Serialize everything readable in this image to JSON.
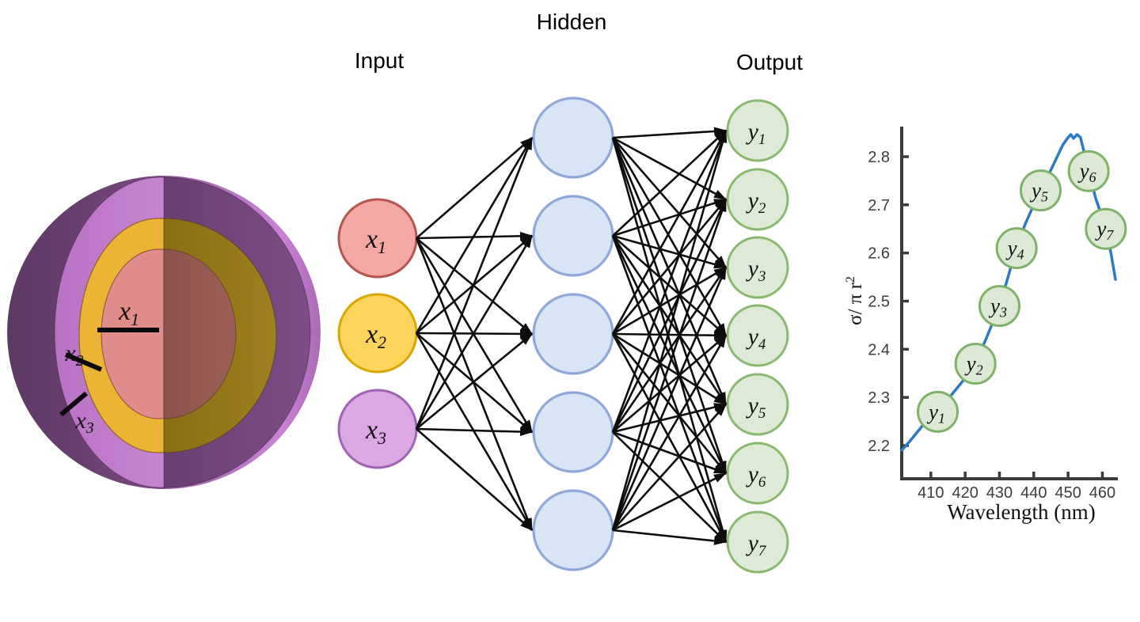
{
  "figure": {
    "background_color": "#ffffff",
    "section_labels": {
      "input": "Input",
      "hidden": "Hidden",
      "output": "Output"
    }
  },
  "sphere": {
    "measurements": [
      {
        "base": "x",
        "sub": "1"
      },
      {
        "base": "x",
        "sub": "2"
      },
      {
        "base": "x",
        "sub": "3"
      }
    ],
    "colors": {
      "core_light": "#DF8C8B",
      "core_dark": "#93564F",
      "shell_light": "#EBB434",
      "shell_dark": "#95771A",
      "cut_face_light": "#C584CF",
      "cut_face_dark": "#6F4478",
      "surface_light": "#C981D5",
      "surface_dark": "#5E3A64"
    }
  },
  "network": {
    "edge_color": "#0d0d0d",
    "input_nodes": [
      {
        "base": "x",
        "sub": "1",
        "fill": "#F3A8A4",
        "stroke": "#B65550"
      },
      {
        "base": "x",
        "sub": "2",
        "fill": "#FBD45C",
        "stroke": "#D9A700"
      },
      {
        "base": "x",
        "sub": "3",
        "fill": "#DCA8E4",
        "stroke": "#9E64B5"
      }
    ],
    "hidden_layer": {
      "count": 5,
      "fill": "#D8E5F5",
      "stroke": "#8EA9D9"
    },
    "output_nodes": [
      {
        "base": "y",
        "sub": "1"
      },
      {
        "base": "y",
        "sub": "2"
      },
      {
        "base": "y",
        "sub": "3"
      },
      {
        "base": "y",
        "sub": "4"
      },
      {
        "base": "y",
        "sub": "5"
      },
      {
        "base": "y",
        "sub": "6"
      },
      {
        "base": "y",
        "sub": "7"
      }
    ],
    "output_style": {
      "fill": "#DDEBD6",
      "stroke": "#88B96F"
    }
  },
  "chart_data": {
    "type": "line",
    "title": "",
    "xlabel": "Wavelength (nm)",
    "ylabel_base": "σ/ π r",
    "ylabel_sup": "2",
    "x_ticks": [
      410,
      420,
      430,
      440,
      450,
      460
    ],
    "y_ticks": [
      2.2,
      2.3,
      2.4,
      2.5,
      2.6,
      2.7,
      2.8
    ],
    "xlim": [
      401.5,
      464.5
    ],
    "ylim": [
      2.13,
      2.86
    ],
    "grid": false,
    "legend": false,
    "line_color": "#2B7AC4",
    "axis_color": "#3b3b3b",
    "point_style": {
      "fill": "#DCEAD5",
      "stroke": "#7FB269"
    },
    "curve": [
      [
        401.5,
        2.19
      ],
      [
        404,
        2.21
      ],
      [
        408,
        2.245
      ],
      [
        412,
        2.272
      ],
      [
        416,
        2.305
      ],
      [
        420,
        2.34
      ],
      [
        423,
        2.372
      ],
      [
        426,
        2.42
      ],
      [
        428,
        2.455
      ],
      [
        430,
        2.49
      ],
      [
        432.5,
        2.55
      ],
      [
        435,
        2.613
      ],
      [
        437.5,
        2.66
      ],
      [
        440,
        2.7
      ],
      [
        442,
        2.727
      ],
      [
        444.5,
        2.765
      ],
      [
        446.5,
        2.795
      ],
      [
        448.5,
        2.825
      ],
      [
        450,
        2.84
      ],
      [
        450.8,
        2.846
      ],
      [
        451.6,
        2.838
      ],
      [
        452.6,
        2.846
      ],
      [
        453.6,
        2.84
      ],
      [
        455,
        2.8
      ],
      [
        456,
        2.77
      ],
      [
        458,
        2.715
      ],
      [
        459.5,
        2.683
      ],
      [
        461,
        2.649
      ],
      [
        462.5,
        2.6
      ],
      [
        463.8,
        2.545
      ]
    ],
    "points": [
      {
        "base": "y",
        "sub": "1",
        "x": 412,
        "y": 2.27
      },
      {
        "base": "y",
        "sub": "2",
        "x": 423,
        "y": 2.37
      },
      {
        "base": "y",
        "sub": "3",
        "x": 430,
        "y": 2.49
      },
      {
        "base": "y",
        "sub": "4",
        "x": 435,
        "y": 2.61
      },
      {
        "base": "y",
        "sub": "5",
        "x": 442,
        "y": 2.73
      },
      {
        "base": "y",
        "sub": "6",
        "x": 456,
        "y": 2.77
      },
      {
        "base": "y",
        "sub": "7",
        "x": 461,
        "y": 2.65
      }
    ]
  }
}
